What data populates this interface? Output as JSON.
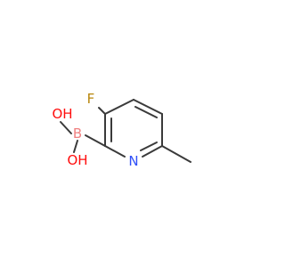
{
  "molecule": {
    "atoms": {
      "fluorine": {
        "symbol": "F",
        "color": "#b8860b"
      },
      "nitrogen": {
        "symbol": "N",
        "color": "#3050f8"
      },
      "boron": {
        "symbol": "B",
        "color": "#f08080"
      },
      "hydroxyl_top": {
        "symbol": "OH",
        "color": "#ff0d0d"
      },
      "hydroxyl_bottom": {
        "symbol": "OH",
        "color": "#ff0d0d"
      }
    },
    "bond_color": "#3a3a3a",
    "background_color": "#ffffff"
  }
}
